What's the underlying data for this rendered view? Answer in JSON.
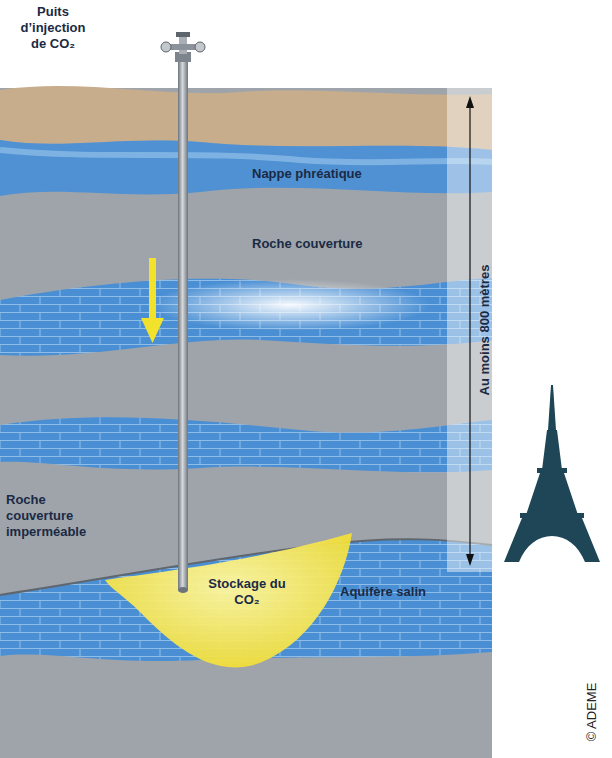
{
  "diagram": {
    "labels": [
      "Puits d’injection de CO₂",
      "Nappe phréatique",
      "Roche couverture",
      "Roche couverture imperméable",
      "Stockage du CO₂",
      "Aquifère salin",
      "Au moins 800 mètres",
      "© ADEME"
    ]
  }
}
